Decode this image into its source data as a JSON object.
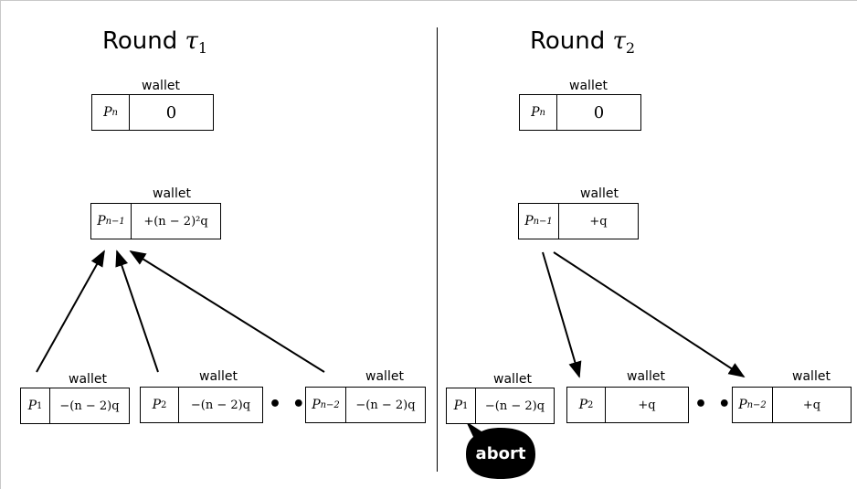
{
  "round1": {
    "title": "Round",
    "symbol": "τ",
    "index": "1"
  },
  "round2": {
    "title": "Round",
    "symbol": "τ",
    "index": "2"
  },
  "wallet_label": "wallet",
  "players": {
    "pn": {
      "base": "P",
      "sub": "n"
    },
    "pn1": {
      "base": "P",
      "sub": "n−1"
    },
    "p1": {
      "base": "P",
      "sub": "1"
    },
    "p2": {
      "base": "P",
      "sub": "2"
    },
    "pn2": {
      "base": "P",
      "sub": "n−2"
    }
  },
  "round1_values": {
    "pn": "0",
    "pn1": "+(n − 2)²q",
    "p1": "−(n − 2)q",
    "p2": "−(n − 2)q",
    "pn2": "−(n − 2)q"
  },
  "round2_values": {
    "pn": "0",
    "pn1": "+q",
    "p1": "−(n − 2)q",
    "p2": "+q",
    "pn2": "+q"
  },
  "ellipsis": "• • •",
  "abort_label": "abort",
  "colors": {
    "line": "#000000",
    "bubble": "#000000",
    "bubble_text": "#ffffff",
    "frame": "#c8c8c8"
  }
}
